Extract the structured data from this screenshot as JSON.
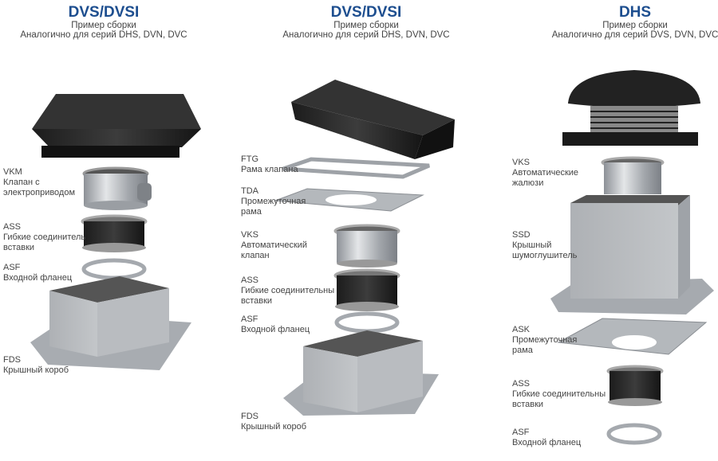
{
  "columns": [
    {
      "title": "DVS/DVSI",
      "subtitle": "Пример сборки",
      "note": "Аналогично для серий DHS, DVN, DVC",
      "parts": [
        {
          "code": "VKM",
          "lines": [
            "Клапан с",
            "электроприводом"
          ]
        },
        {
          "code": "ASS",
          "lines": [
            "Гибкие соединитель",
            "вставки"
          ]
        },
        {
          "code": "ASF",
          "lines": [
            "Входной фланец"
          ]
        },
        {
          "code": "FDS",
          "lines": [
            "Крышный короб"
          ]
        }
      ]
    },
    {
      "title": "DVS/DVSI",
      "subtitle": "Пример сборки",
      "note": "Аналогично для серий DHS, DVN, DVC",
      "parts": [
        {
          "code": "FTG",
          "lines": [
            "Рама клапана"
          ]
        },
        {
          "code": "TDA",
          "lines": [
            "Промежуточная",
            "рама"
          ]
        },
        {
          "code": "VKS",
          "lines": [
            "Автоматический",
            "клапан"
          ]
        },
        {
          "code": "ASS",
          "lines": [
            "Гибкие соединительны",
            "вставки"
          ]
        },
        {
          "code": "ASF",
          "lines": [
            "Входной фланец"
          ]
        },
        {
          "code": "FDS",
          "lines": [
            "Крышный короб"
          ]
        }
      ]
    },
    {
      "title": "DHS",
      "subtitle": "Пример сборки",
      "note": "Аналогично для серий DVS, DVN, DVC",
      "parts": [
        {
          "code": "VKS",
          "lines": [
            "Автоматические",
            "жалюзи"
          ]
        },
        {
          "code": "SSD",
          "lines": [
            "Крышный",
            "шумоглушитель"
          ]
        },
        {
          "code": "ASK",
          "lines": [
            "Промежуточная",
            "рама"
          ]
        },
        {
          "code": "ASS",
          "lines": [
            "Гибкие соединительны",
            "вставки"
          ]
        },
        {
          "code": "ASF",
          "lines": [
            "Входной фланец"
          ]
        }
      ]
    }
  ],
  "colors": {
    "title": "#1d4e8f",
    "text": "#444444",
    "housing": "#2a2a2a",
    "galvanized": "#b9bcc0"
  }
}
